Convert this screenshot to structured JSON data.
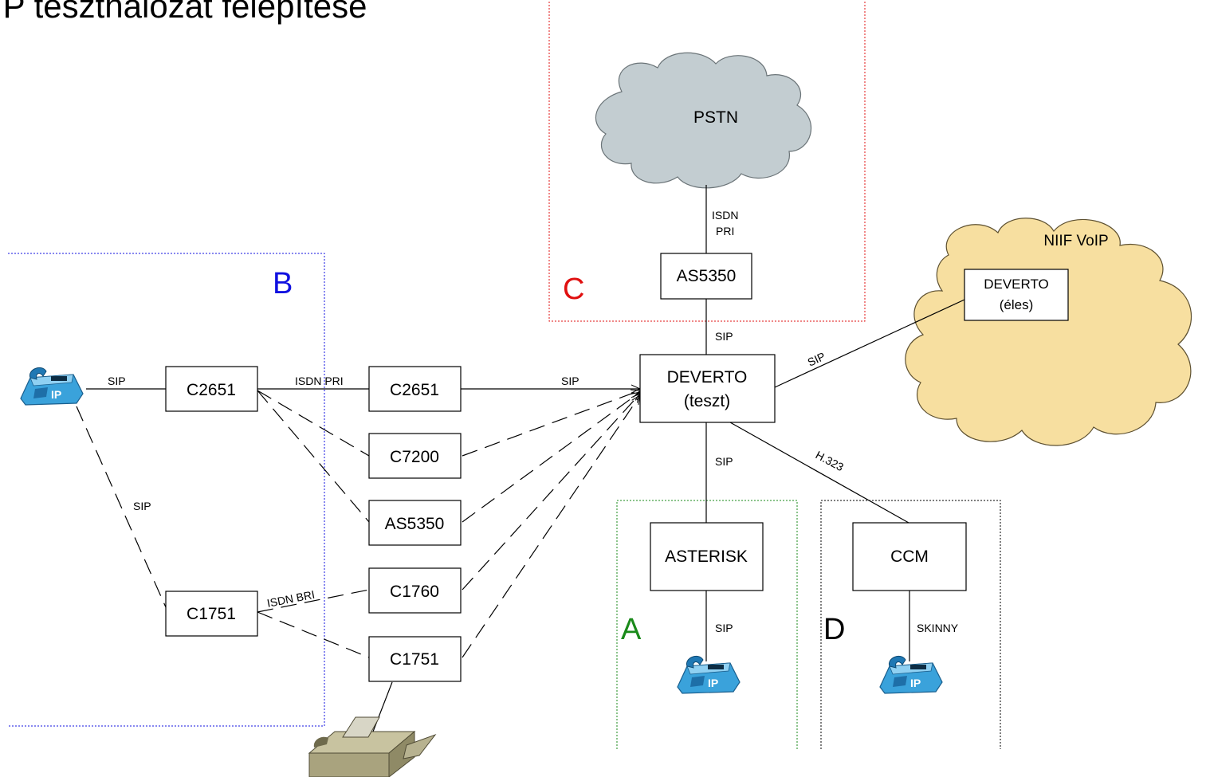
{
  "title": "IP teszthálózat felépítése",
  "zones": {
    "A": "A",
    "B": "B",
    "C": "C",
    "D": "D"
  },
  "clouds": {
    "pstn": "PSTN",
    "niif": "NIIF VoIP"
  },
  "nodes": {
    "as5350_top": "AS5350",
    "deverto_test_line1": "DEVERTO",
    "deverto_test_line2": "(teszt)",
    "deverto_live_line1": "DEVERTO",
    "deverto_live_line2": "(éles)",
    "c2651_left": "C2651",
    "c1751_left": "C1751",
    "c2651_mid": "C2651",
    "c7200": "C7200",
    "as5350_mid": "AS5350",
    "c1760": "C1760",
    "c1751_mid": "C1751",
    "asterisk": "ASTERISK",
    "ccm": "CCM"
  },
  "links": {
    "isdn_pri_top_line1": "ISDN",
    "isdn_pri_top_line2": "PRI",
    "sip_as_deverto": "SIP",
    "sip_deverto_niif": "SIP",
    "sip_phone_c2651": "SIP",
    "isdn_pri_mid": "ISDN PRI",
    "sip_c2651_deverto": "SIP",
    "sip_phone_c1751": "SIP",
    "isdn_bri": "ISDN BRI",
    "sip_deverto_asterisk": "SIP",
    "h323": "H.323",
    "sip_asterisk_phone": "SIP",
    "skinny": "SKINNY"
  },
  "icons": {
    "phone_label": "IP",
    "phone": "ip-phone-icon",
    "fax": "fax-icon"
  },
  "colors": {
    "zoneA": "#1a8a1a",
    "zoneB": "#1010e0",
    "zoneC": "#e01010",
    "zoneD": "#000000",
    "pstn_cloud": "#c3cdd1",
    "niif_cloud": "#f7dfa0",
    "phone": "#3aa2db"
  }
}
